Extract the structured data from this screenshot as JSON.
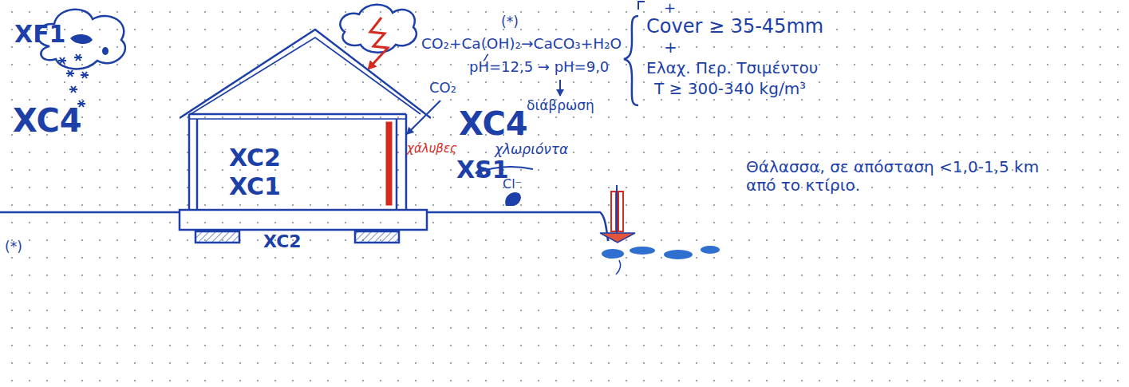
{
  "diagram": {
    "nodes": [
      {
        "text": [
          "XC2",
          "XC1"
        ]
      }
    ],
    "labels": [
      "XF1",
      "XC4",
      "CO₂",
      "XC4",
      "χάλυβες",
      "XS1",
      "χλωριόντα",
      "Cl⁻",
      "XC2",
      "(*)",
      "CO₂+Ca(OH)₂→CaCO₃+H₂O",
      "pH=12,5 → pH=9,0",
      "διάβρωση",
      "+",
      "Cover ≥ 35-45mm",
      "+",
      "Ελαχ. Περ. Τσιμέντου",
      "T ≥ 300-340 kg/m³",
      "Θάλασσα, σε απόσταση <1,0-1,5 km από το κτίριο.",
      "(*)"
    ]
  }
}
